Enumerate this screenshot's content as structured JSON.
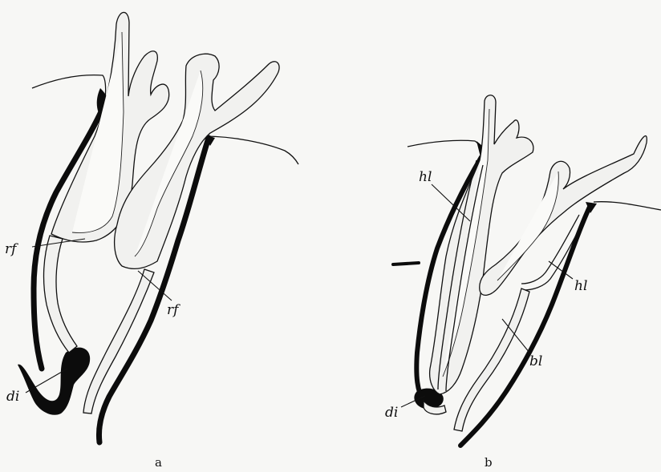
{
  "panels": [
    {
      "caption": "a",
      "labels": {
        "rf_left": "rf",
        "rf_right": "rf",
        "di": "di"
      }
    },
    {
      "caption": "b",
      "labels": {
        "hl_left": "hl",
        "hl_right": "hl",
        "bl": "bl",
        "di": "di"
      }
    }
  ]
}
